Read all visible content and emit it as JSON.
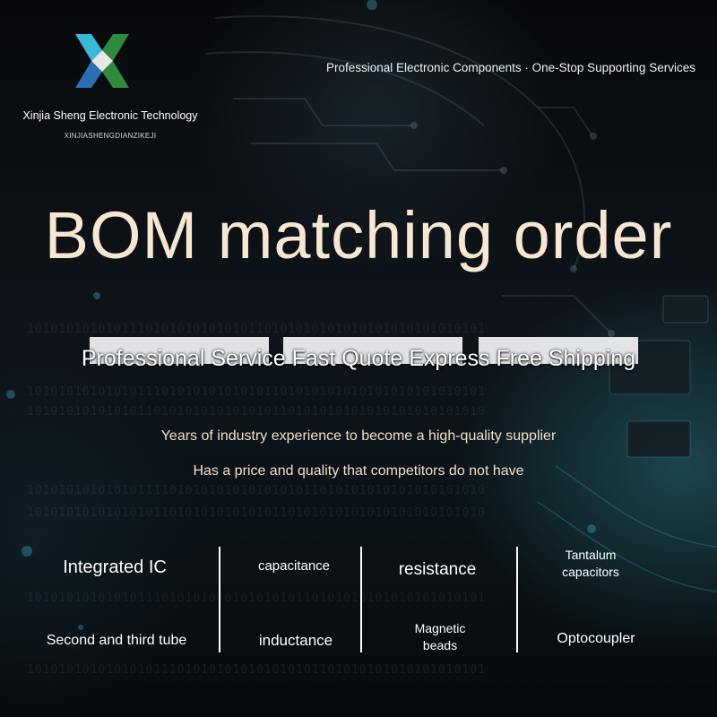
{
  "brand": {
    "name": "Xinjia Sheng Electronic Technology",
    "pinyin": "XINJIASHENGDIANZIKEJI",
    "logo_colors": {
      "green": "#2f8a3e",
      "blue": "#2b6fb2",
      "cyan": "#39b8d8"
    }
  },
  "tagline": "Professional Electronic Components · One-Stop Supporting Services",
  "headline": "BOM matching order",
  "slogan": "Professional Service Fast Quote Express Free Shipping",
  "sublines": [
    "Years of industry experience to become a high-quality supplier",
    "Has a price and quality that competitors do not have"
  ],
  "categories": {
    "integrated_ic": "Integrated IC",
    "capacitance": "capacitance",
    "resistance": "resistance",
    "tantalum_line1": "Tantalum",
    "tantalum_line2": "capacitors",
    "tube": "Second and third tube",
    "inductance": "inductance",
    "magnetic_line1": "Magnetic",
    "magnetic_line2": "beads",
    "optocoupler": "Optocoupler"
  },
  "colors": {
    "headline": "#f6e7d3",
    "subline": "#f1dfc5",
    "background": "#0a0d11"
  }
}
